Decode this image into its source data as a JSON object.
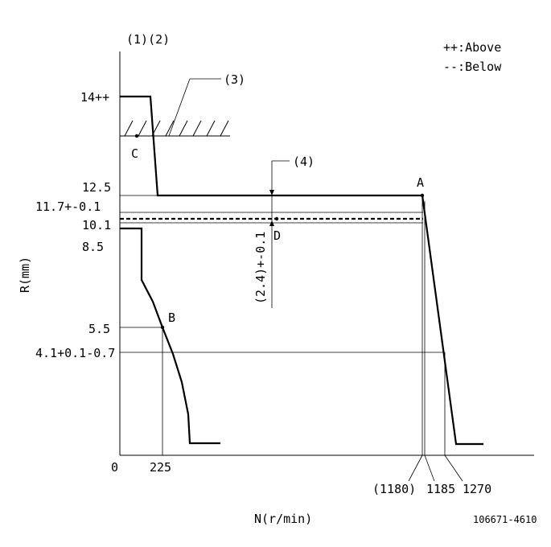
{
  "labels": {
    "top_left": "(1)(2)",
    "legend_above": "++:Above",
    "legend_below": "--:Below",
    "callout_3": "(3)",
    "callout_4": "(4)",
    "y_axis": "R(mm)",
    "x_axis": "N(r/min)",
    "doc_id": "106671-4610",
    "vertical_dim": "(2.4)+-0.1"
  },
  "y_ticks": {
    "t14": "14++",
    "t12_5": "12.5",
    "t11_7": "11.7+-0.1",
    "t10_1": "10.1",
    "t8_5": "8.5",
    "t5_5": "5.5",
    "t4_1": "4.1+0.1-0.7"
  },
  "x_ticks": {
    "t0": "0",
    "t225": "225",
    "t1180": "(1180)",
    "t1185": "1185",
    "t1270": "1270"
  },
  "points": {
    "a": "A",
    "b": "B",
    "c": "C",
    "d": "D"
  }
}
